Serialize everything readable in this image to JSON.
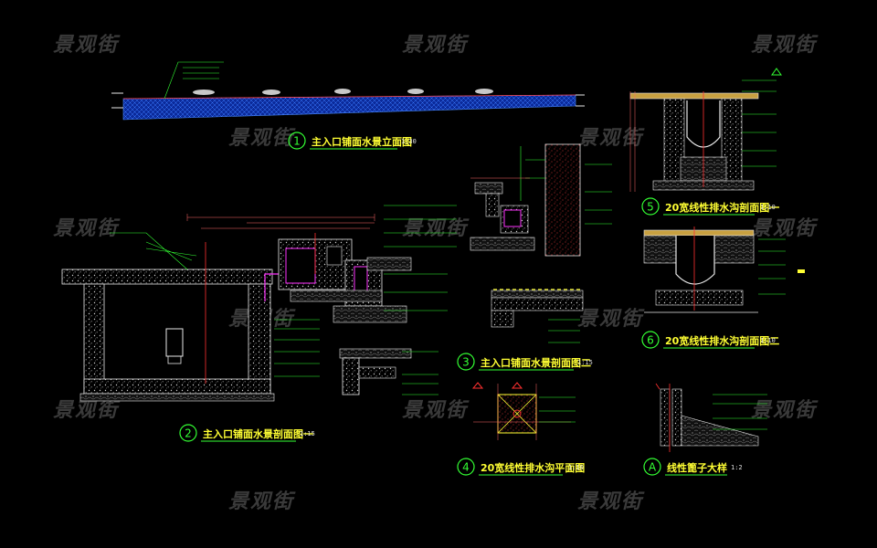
{
  "watermark": "景观街",
  "details": [
    {
      "num": "1",
      "title": "主入口铺面水景立面图",
      "scale": "1:30"
    },
    {
      "num": "2",
      "title": "主入口铺面水景剖面图一",
      "scale": "1:15"
    },
    {
      "num": "3",
      "title": "主入口铺面水景剖面图二",
      "scale": "1:15"
    },
    {
      "num": "4",
      "title": "20宽线性排水沟平面图",
      "scale": "1:10"
    },
    {
      "num": "5",
      "title": "20宽线性排水沟剖面图一",
      "scale": "1:10"
    },
    {
      "num": "6",
      "title": "20宽线性排水沟剖面图二",
      "scale": "1:10"
    },
    {
      "num": "A",
      "title": "线性篦子大样",
      "scale": "1:2"
    }
  ],
  "colors": {
    "background": "#000000",
    "title": "#ffff33",
    "annotation": "#33ff33",
    "dimension": "#ff3030",
    "outline": "#e8e8e8",
    "water": "#2b6bff",
    "pipe": "#ff33ff",
    "watermark": "#3a3a3a"
  }
}
